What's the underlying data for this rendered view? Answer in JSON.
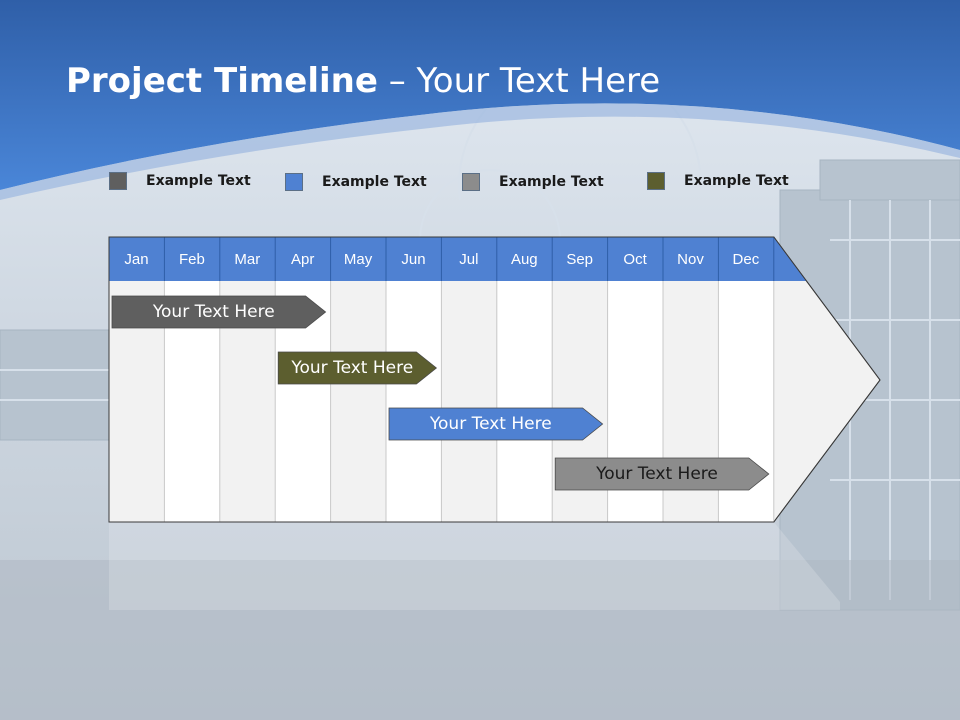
{
  "title": {
    "bold": "Project Timeline",
    "rest": " – Your Text Here"
  },
  "legend": [
    {
      "label": "Example Text",
      "color": "#5f5f5f"
    },
    {
      "label": "Example Text",
      "color": "#4f81d2"
    },
    {
      "label": "Example Text",
      "color": "#8c8c8c"
    },
    {
      "label": "Example Text",
      "color": "#5c5e2f"
    }
  ],
  "timeline": {
    "months": [
      "Jan",
      "Feb",
      "Mar",
      "Apr",
      "May",
      "Jun",
      "Jul",
      "Aug",
      "Sep",
      "Oct",
      "Nov",
      "Dec"
    ],
    "header_color": "#4f81d2",
    "bars": [
      {
        "label": "Your  Text Here",
        "color": "#5f5f5f",
        "text_color": "#ffffff",
        "start_month": "Jan",
        "end_month": "Apr"
      },
      {
        "label": "Your  Text Here",
        "color": "#5c5e2f",
        "text_color": "#ffffff",
        "start_month": "Apr",
        "end_month": "Jun"
      },
      {
        "label": "Your  Text Here",
        "color": "#4f81d2",
        "text_color": "#ffffff",
        "start_month": "Jun",
        "end_month": "Sep"
      },
      {
        "label": "Your  Text Here",
        "color": "#8c8c8c",
        "text_color": "#1a1a1a",
        "start_month": "Sep",
        "end_month": "Dec"
      }
    ]
  }
}
